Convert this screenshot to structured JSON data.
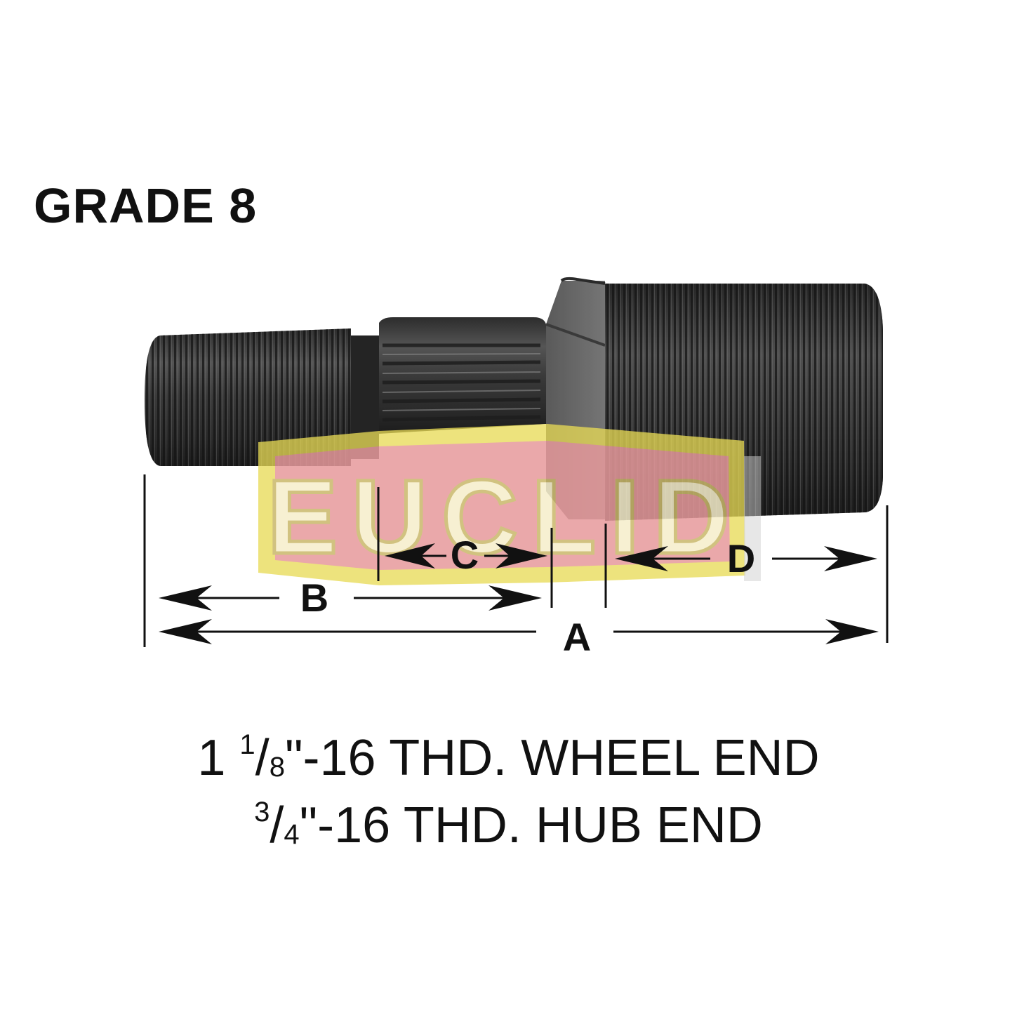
{
  "heading": "GRADE 8",
  "watermark": {
    "text": "EUCLID",
    "colors": {
      "band": "#e79a9c",
      "frame": "#e8da55",
      "letters": "#f6eecb"
    }
  },
  "dimensions": {
    "a": "A",
    "b": "B",
    "c": "C",
    "d": "D"
  },
  "spec": {
    "wheel_end": {
      "whole": "1",
      "num": "1",
      "den": "8",
      "rest": "\"-16 THD. WHEEL END"
    },
    "hub_end": {
      "num": "3",
      "den": "4",
      "rest": "\"-16 THD. HUB END"
    }
  },
  "colors": {
    "stud": "#3a3a3a",
    "stud_light": "#7a7a7a",
    "line": "#111111"
  }
}
